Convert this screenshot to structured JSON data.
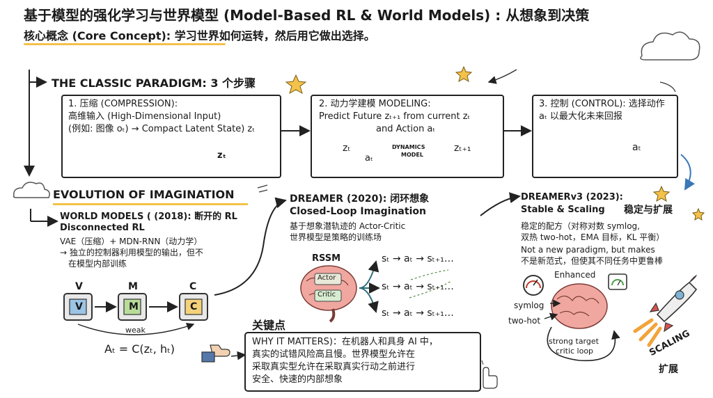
{
  "header": {
    "title": "基于模型的强化学习与世界模型 (Model-Based RL & World Models) : 从想象到决策",
    "subtitle": "核心概念 (Core Concept): 学习世界如何运转，然后用它做出选择。"
  },
  "paradigm": {
    "heading": "THE CLASSIC PARADIGM: 3 个步骤",
    "step1": {
      "title": "1. 压缩 (COMPRESSION):",
      "line1": "高维输入 (High-Dimensional Input)",
      "line2": "(例如: 图像 oₜ) → Compact Latent State) zₜ",
      "cube_label": "zₜ"
    },
    "step2": {
      "title": "2. 动力学建模 MODELING:",
      "line1": "Predict Future zₜ₊₁ from current zₜ",
      "line2": "and Action aₜ",
      "zt": "zₜ",
      "at": "aₜ",
      "ztp1": "zₜ₊₁",
      "cloud_line1": "DYNAMICS",
      "cloud_line2": "MODEL"
    },
    "step3": {
      "title": "3. 控制 (CONTROL): 选择动作",
      "line1": "aₜ 以最大化未来回报",
      "at": "aₜ"
    }
  },
  "evolution": {
    "heading": "EVOLUTION OF IMAGINATION",
    "world_models": {
      "title1": "WORLD MODELS ( (2018): 断开的 RL",
      "title2": "Disconnected RL",
      "line1": "VAE（压缩）+ MDN-RNN（动力学）",
      "line2": "→ 独立的控制器利用模型的输出，但不",
      "line3": "在模型内部训练",
      "v": "V",
      "m": "M",
      "c": "C",
      "weak": "weak",
      "formula": "Aₜ = C(zₜ, hₜ)"
    },
    "dreamer": {
      "title1": "DREAMER (2020): 闭环想象",
      "title2": "Closed-Loop Imagination",
      "line1": "基于想象潜轨迹的 Actor-Critic",
      "line2": "世界模型是策略的训练场",
      "rssm": "RSSM",
      "actor": "Actor",
      "critic": "Critic",
      "seq": [
        "sₜ → aₜ → sₜ₊₁…",
        "sₜ → aₜ → sₜ₊₁…",
        "sₜ → aₜ → sₜ₊₁…"
      ]
    },
    "dreamerv3": {
      "title1": "DREAMERv3 (2023):",
      "title2": "Stable & Scaling",
      "stable_cn": "稳定与扩展",
      "line1": "稳定的配方（对称对数 symlog,",
      "line2": "双热 two-hot，EMA 目标，KL 平衡）",
      "line3": "Not a new paradigm, but makes",
      "line4": "不是新范式，但使其不同任务中更鲁棒",
      "enhanced": "Enhanced",
      "symlog": "symlog",
      "twohot": "two-hot",
      "loop1": "strong target",
      "loop2": "critic loop",
      "scaling": "SCALING",
      "scaling_cn": "扩展"
    }
  },
  "keypoints": {
    "heading": "关键点",
    "line1": "WHY IT MATTERS)：在机器人和具身 AI 中，",
    "line2": "真实的试错风险高且慢。世界模型允许在",
    "line3": "采取真实型允许在采取真实行动之前进行",
    "line4": "安全、快速的内部想象"
  },
  "colors": {
    "accent_yellow": "#f2c24a",
    "cube": "#f6dc8a",
    "brain": "#f0a7a0",
    "v_box": "#9cc4e4",
    "m_box": "#b9dc9b",
    "c_box": "#f4d27c",
    "rocket": "#d9534f"
  }
}
